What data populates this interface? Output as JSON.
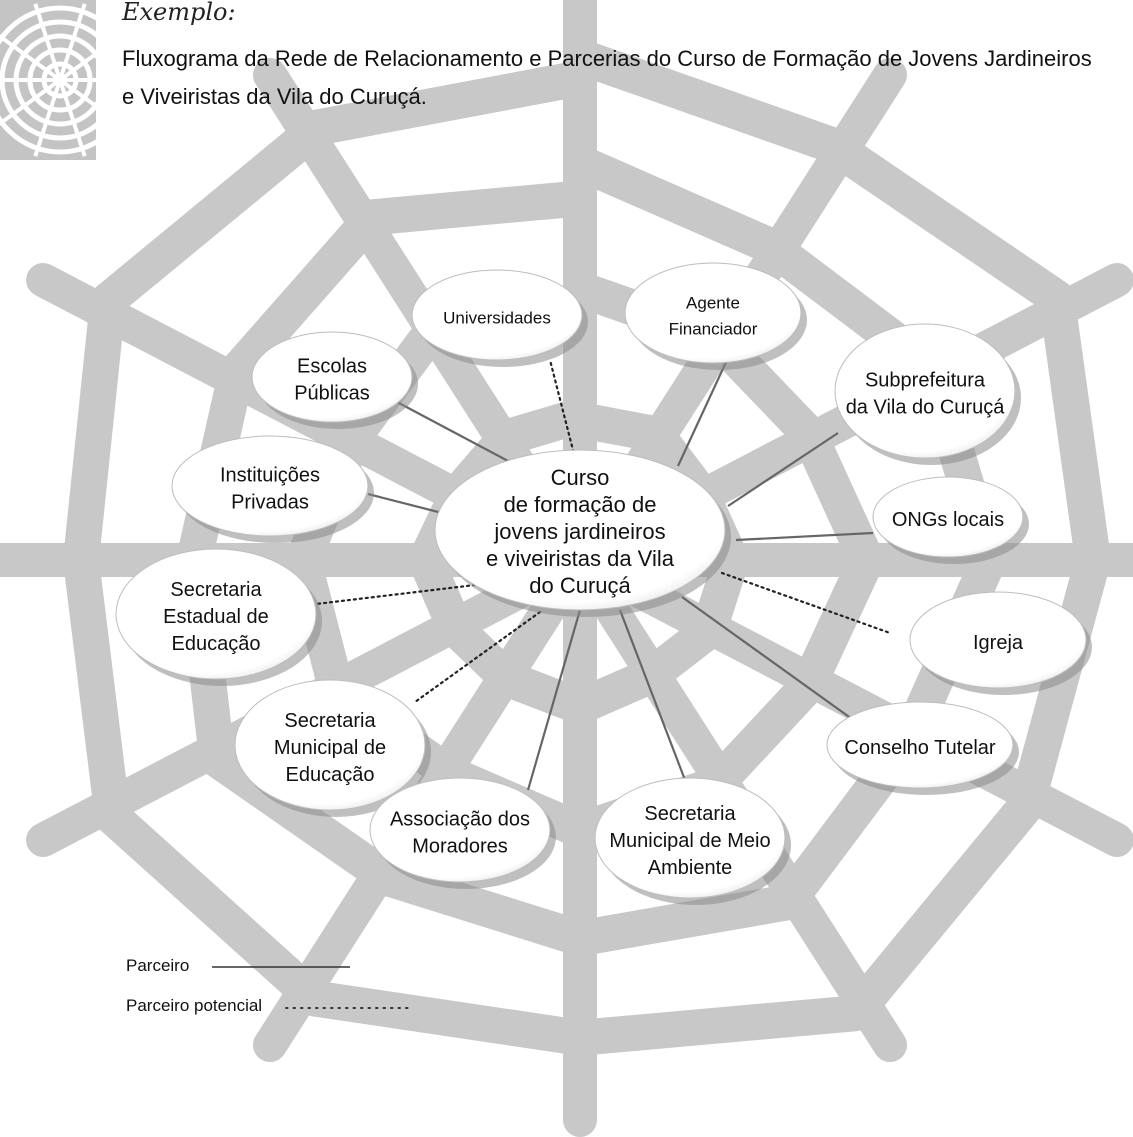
{
  "header": {
    "example_label": "Exemplo:",
    "title_line1": "Fluxograma da Rede de Relacionamento e Parcerias do Curso de Formação de Jovens Jardineiros",
    "title_line2": "e Viveiristas da Vila do Curuçá."
  },
  "center": {
    "lines": [
      "Curso",
      "de formação de",
      "jovens jardineiros",
      "e viveiristas da Vila",
      "do Curuçá"
    ]
  },
  "nodes": [
    {
      "id": "universidades",
      "lines": [
        "Universidades"
      ],
      "link": "potencial"
    },
    {
      "id": "agente-financiador",
      "lines": [
        "Agente",
        "Financiador"
      ],
      "link": "parceiro"
    },
    {
      "id": "subprefeitura",
      "lines": [
        "Subprefeitura",
        "da Vila do Curuçá"
      ],
      "link": "parceiro"
    },
    {
      "id": "escolas-publicas",
      "lines": [
        "Escolas",
        "Públicas"
      ],
      "link": "parceiro"
    },
    {
      "id": "instituicoes-privadas",
      "lines": [
        "Instituições",
        "Privadas"
      ],
      "link": "parceiro"
    },
    {
      "id": "ongs-locais",
      "lines": [
        "ONGs locais"
      ],
      "link": "parceiro"
    },
    {
      "id": "secretaria-estadual",
      "lines": [
        "Secretaria",
        "Estadual de",
        "Educação"
      ],
      "link": "potencial"
    },
    {
      "id": "igreja",
      "lines": [
        "Igreja"
      ],
      "link": "potencial"
    },
    {
      "id": "secretaria-municipal-educacao",
      "lines": [
        "Secretaria",
        "Municipal de",
        "Educação"
      ],
      "link": "potencial"
    },
    {
      "id": "conselho-tutelar",
      "lines": [
        "Conselho Tutelar"
      ],
      "link": "parceiro"
    },
    {
      "id": "associacao-moradores",
      "lines": [
        "Associação dos",
        "Moradores"
      ],
      "link": "parceiro"
    },
    {
      "id": "secretaria-meio-ambiente",
      "lines": [
        "Secretaria",
        "Municipal de Meio",
        "Ambiente"
      ],
      "link": "parceiro"
    }
  ],
  "legend": {
    "partner_label": "Parceiro",
    "potential_label": "Parceiro potencial"
  },
  "colors": {
    "web": "#c8c8c8",
    "solid_line": "#666666",
    "dotted_line": "#222222",
    "ellipse_fill": "#ffffff",
    "shadow": "#8a8a8a"
  }
}
